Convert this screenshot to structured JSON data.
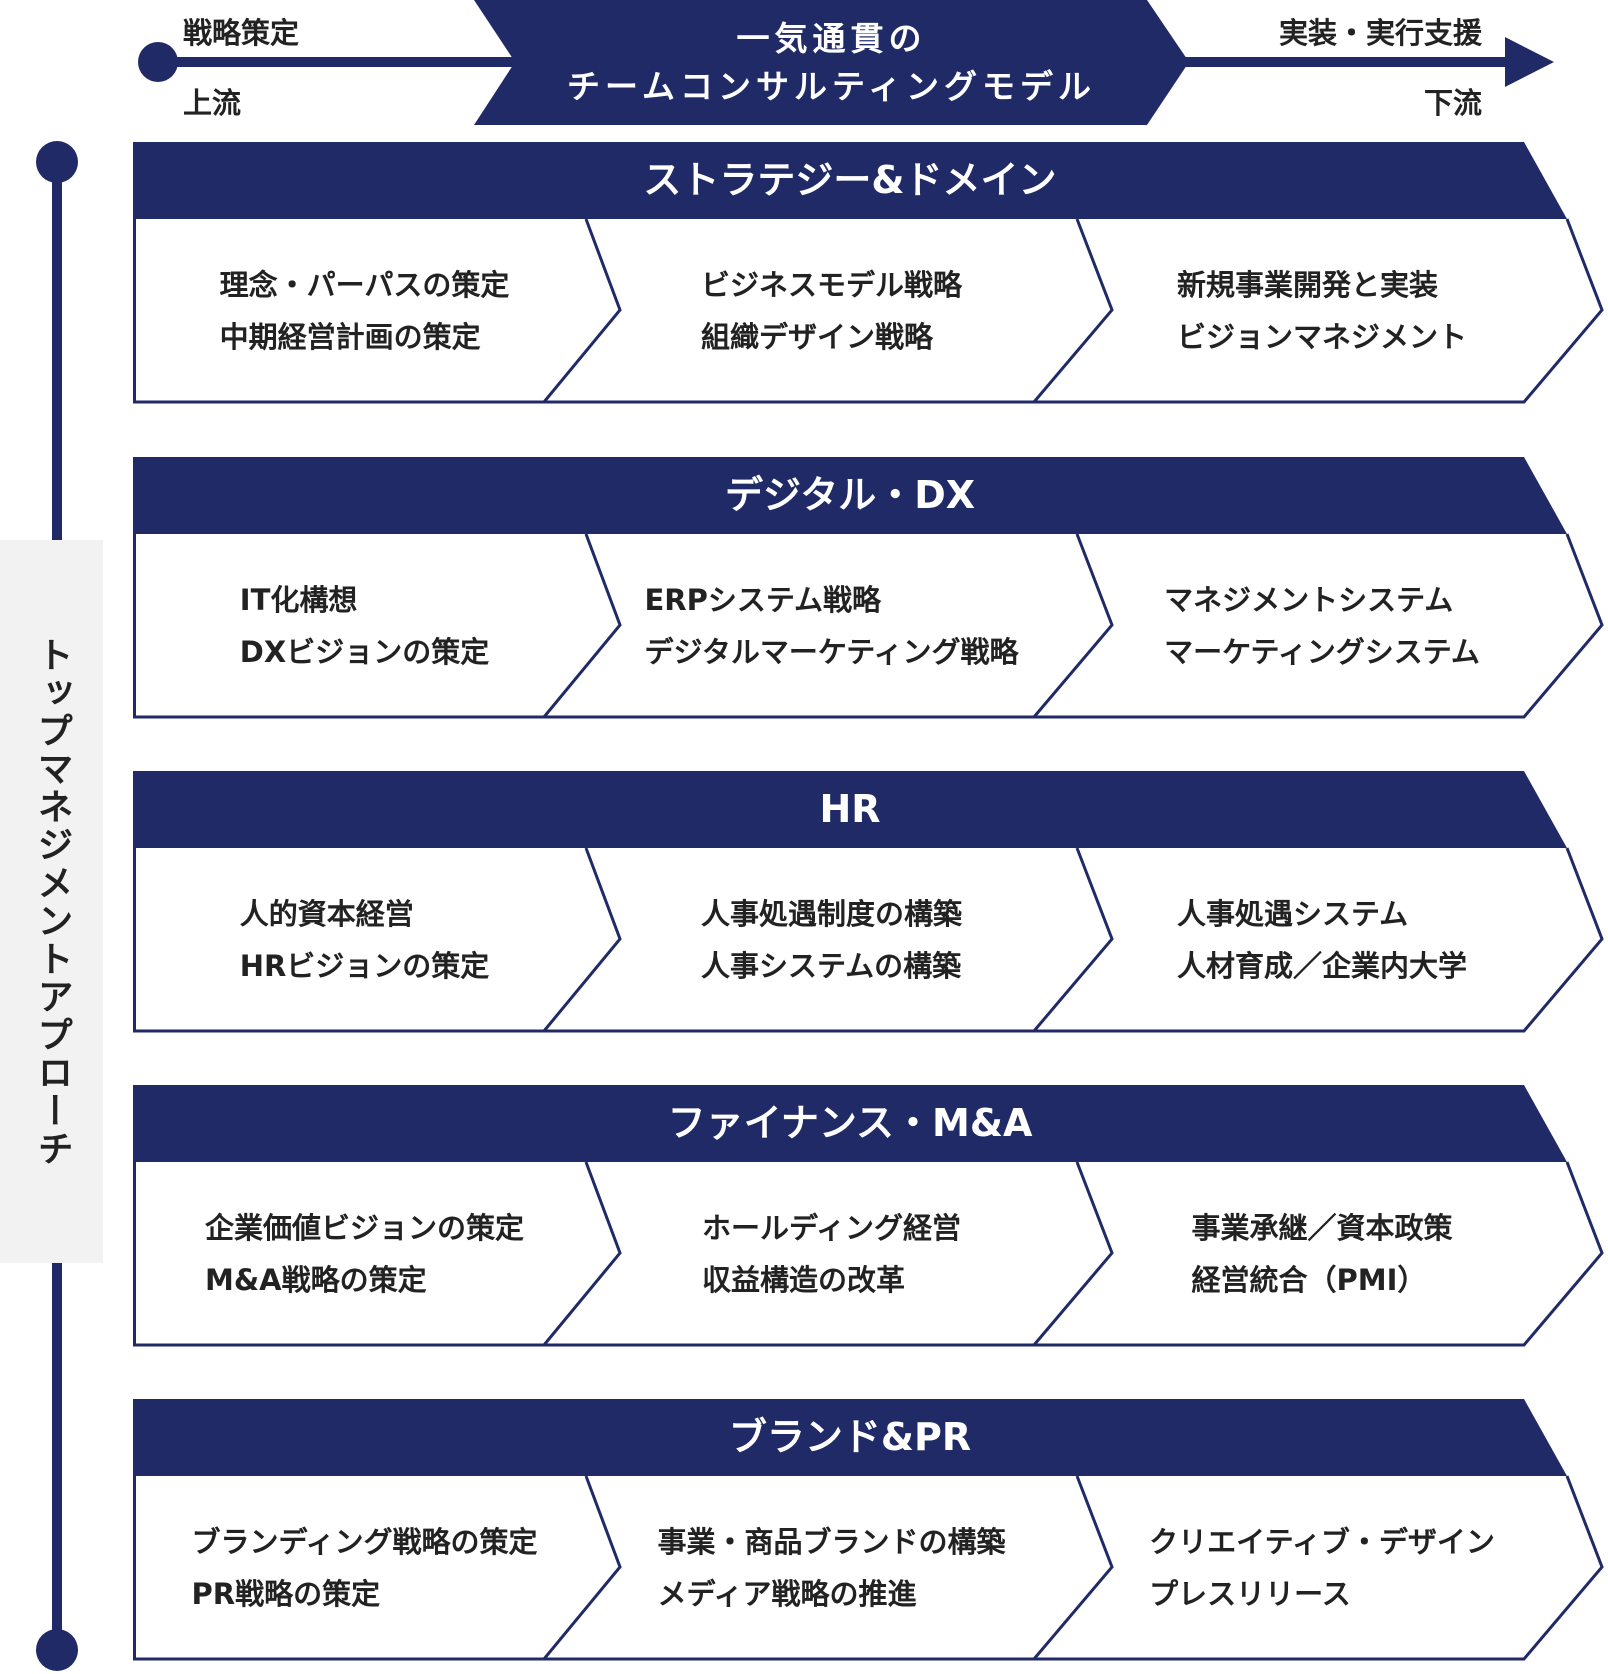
{
  "colors": {
    "navy": "#202a66",
    "gray": "#f2f2f2"
  },
  "top": {
    "upstream_top": "戦略策定",
    "upstream_bottom": "上流",
    "downstream_top": "実装・実行支援",
    "downstream_bottom": "下流",
    "title_line1": "一気通貫の",
    "title_line2": "チームコンサルティングモデル"
  },
  "side_label": "トップマネジメントアプローチ",
  "sections": [
    {
      "title": "ストラテジー&ドメイン",
      "cols": [
        [
          "理念・パーパスの策定",
          "中期経営計画の策定"
        ],
        [
          "ビジネスモデル戦略",
          "組織デザイン戦略"
        ],
        [
          "新規事業開発と実装",
          "ビジョンマネジメント"
        ]
      ]
    },
    {
      "title": "デジタル・DX",
      "cols": [
        [
          "IT化構想",
          "DXビジョンの策定"
        ],
        [
          "ERPシステム戦略",
          "デジタルマーケティング戦略"
        ],
        [
          "マネジメントシステム",
          "マーケティングシステム"
        ]
      ]
    },
    {
      "title": "HR",
      "cols": [
        [
          "人的資本経営",
          "HRビジョンの策定"
        ],
        [
          "人事処遇制度の構築",
          "人事システムの構築"
        ],
        [
          "人事処遇システム",
          "人材育成／企業内大学"
        ]
      ]
    },
    {
      "title": "ファイナンス・M&A",
      "cols": [
        [
          "企業価値ビジョンの策定",
          "M&A戦略の策定"
        ],
        [
          "ホールディング経営",
          "収益構造の改革"
        ],
        [
          "事業承継／資本政策",
          "経営統合（PMI）"
        ]
      ]
    },
    {
      "title": "ブランド&PR",
      "cols": [
        [
          "ブランディング戦略の策定",
          "PR戦略の策定"
        ],
        [
          "事業・商品ブランドの構築",
          "メディア戦略の推進"
        ],
        [
          "クリエイティブ・デザイン",
          "プレスリリース"
        ]
      ]
    }
  ]
}
